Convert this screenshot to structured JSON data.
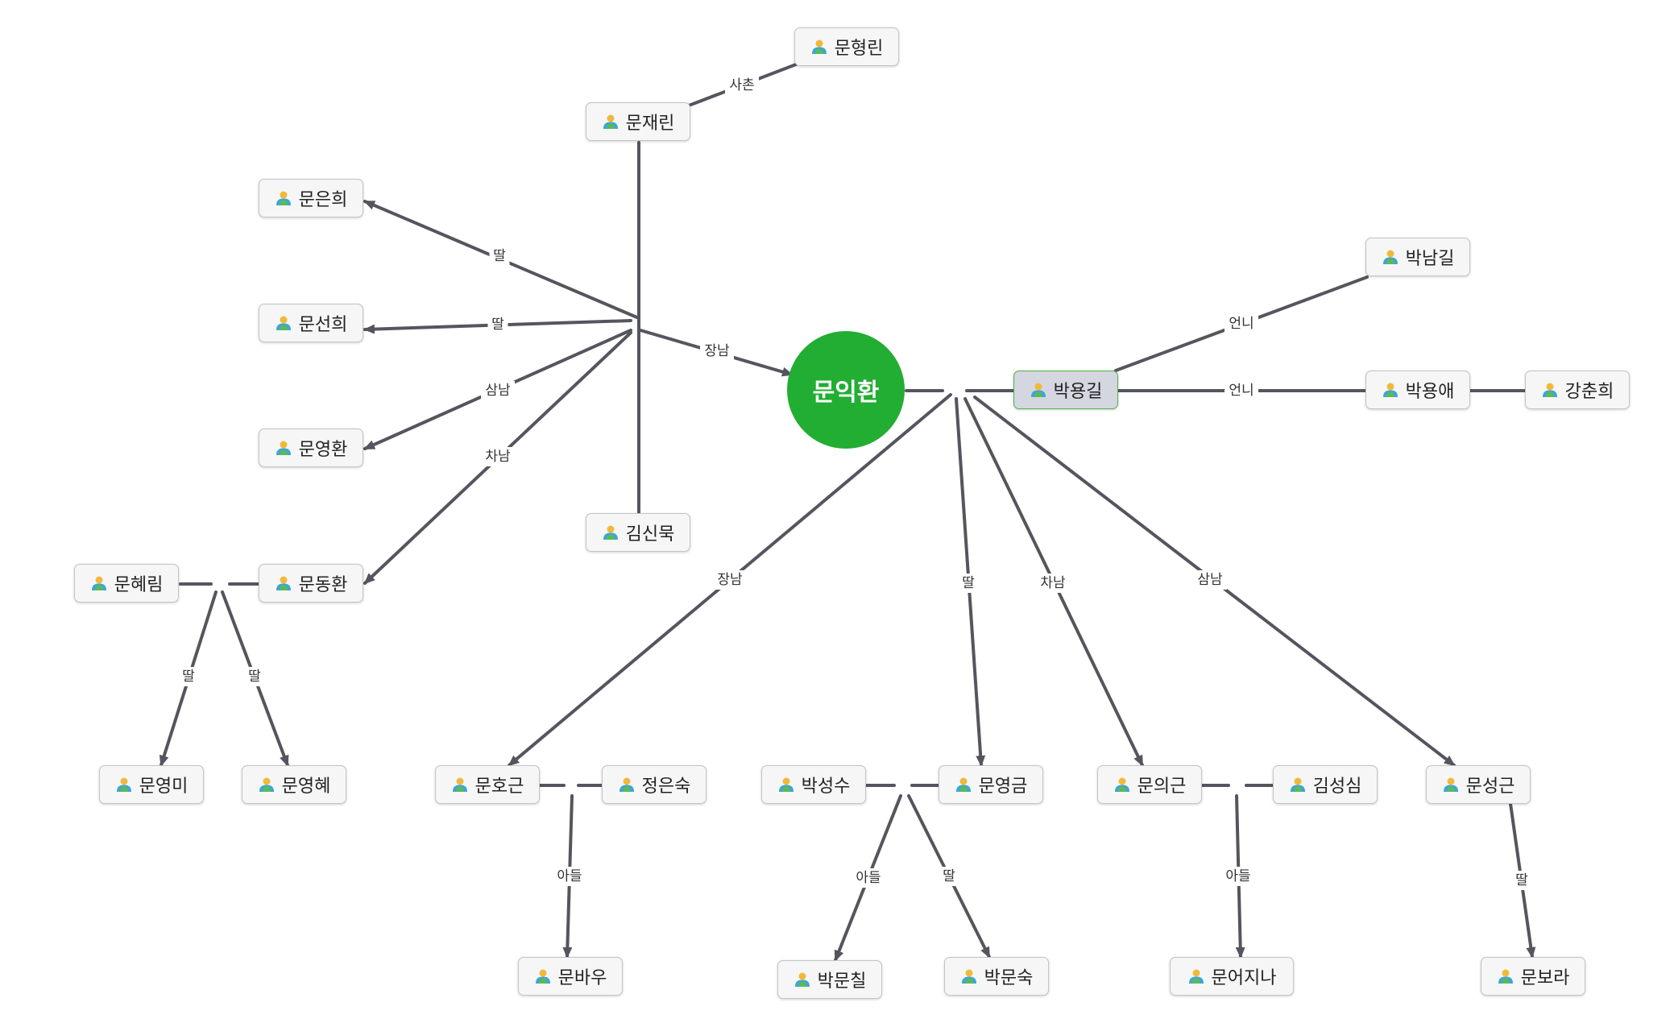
{
  "root": {
    "label": "문익환",
    "color": "#22ad33"
  },
  "persons": {
    "mun_hyeonglin": "문형린",
    "mun_jaerin": "문재린",
    "mun_eunhui": "문은희",
    "mun_seonhui": "문선희",
    "mun_yeonghwan": "문영환",
    "mun_donghwan": "문동환",
    "mun_hyerim": "문혜림",
    "kim_sinmuk": "김신묵",
    "mun_yeongmi": "문영미",
    "mun_yeonghye": "문영혜",
    "park_yonggil": "박용길",
    "park_namgil": "박남길",
    "park_yongae": "박용애",
    "kang_chunhui": "강춘희",
    "mun_hogeun": "문호근",
    "jeong_eunsuk": "정은숙",
    "park_seongsu": "박성수",
    "mun_yeonggeum": "문영금",
    "mun_uigeun": "문의근",
    "kim_seongsim": "김성심",
    "mun_seonggeun": "문성근",
    "mun_bau": "문바우",
    "park_munchil": "박문칠",
    "park_munsuk": "박문숙",
    "mun_eojina": "문어지나",
    "mun_bora": "문보라"
  },
  "relations": {
    "cousin": "사촌",
    "daughter": "딸",
    "son": "아들",
    "first_son": "장남",
    "second_son": "차남",
    "third_son": "삼남",
    "older_sister": "언니"
  },
  "colors": {
    "edge": "#55555f",
    "node_border": "#c4c4c4",
    "node_fill": "#f6f6f6",
    "selected_fill": "#d4d6e0",
    "selected_border": "#4fb347"
  },
  "icon": "person-icon"
}
